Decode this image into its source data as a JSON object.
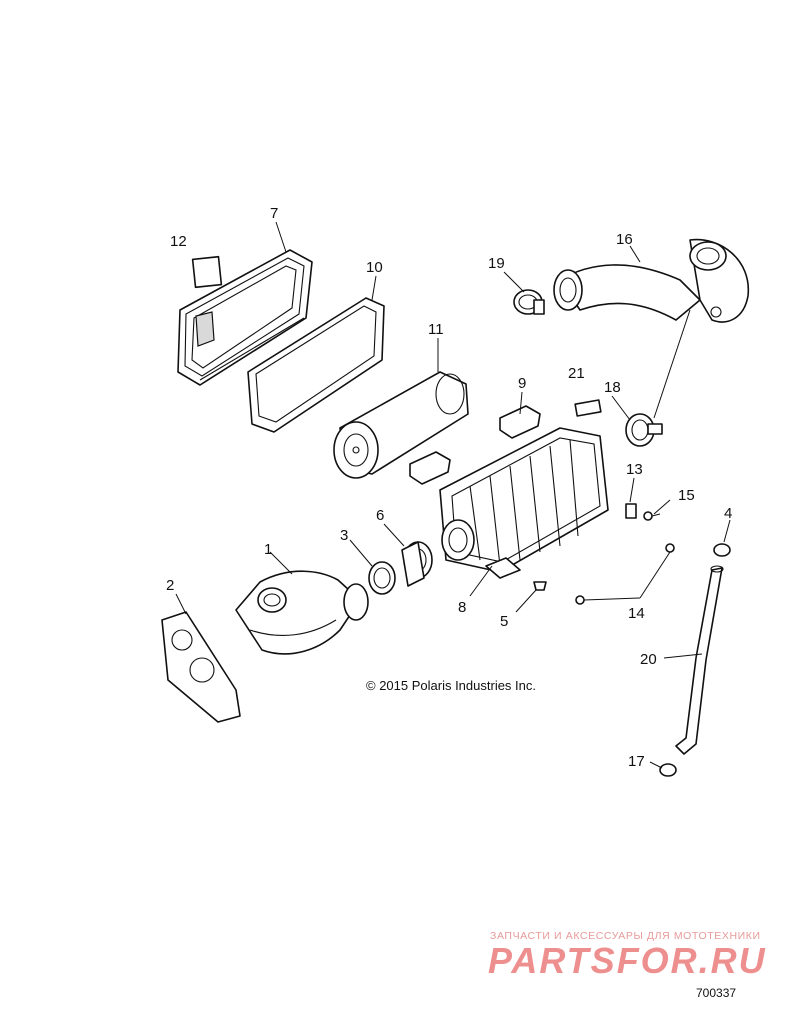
{
  "copyright": "© 2015 Polaris Industries Inc.",
  "drawing_number": "700337",
  "watermark": {
    "tagline": "ЗАПЧАСТИ И АКСЕССУАРЫ ДЛЯ МОТОТЕХНИКИ",
    "logo": "PARTSFOR.RU"
  },
  "callouts": {
    "c1": "1",
    "c2": "2",
    "c3": "3",
    "c4": "4",
    "c5": "5",
    "c6": "6",
    "c7": "7",
    "c8": "8",
    "c9": "9",
    "c10": "10",
    "c11": "11",
    "c12": "12",
    "c13": "13",
    "c14": "14",
    "c15": "15",
    "c16": "16",
    "c17": "17",
    "c18": "18",
    "c19": "19",
    "c20": "20",
    "c21": "21"
  },
  "colors": {
    "line": "#111111",
    "watermark": "#ee8f8f"
  }
}
